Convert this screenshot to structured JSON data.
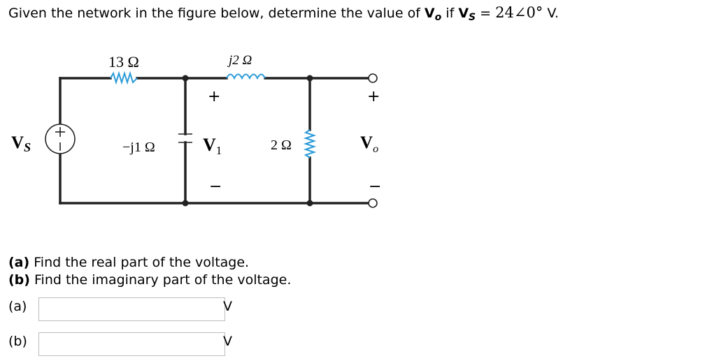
{
  "question": {
    "prefix": "Given the network in the figure below, determine the value of ",
    "vo_v": "V",
    "vo_sub": "o",
    "mid": " if ",
    "vs_v": "V",
    "vs_sub": "S",
    "eq": " = ",
    "value": "24∠0°",
    "unit": " V."
  },
  "circuit": {
    "r1": "13 Ω",
    "l1": "j2 Ω",
    "c1": "−j1 Ω",
    "r2": "2 Ω",
    "vs_main": "V",
    "vs_sub": "S",
    "v1_main": "V",
    "v1_sub": "1",
    "vo_main": "V",
    "vo_sub": "o",
    "plus": "+",
    "minus": "−"
  },
  "parts": {
    "a_tag": "(a)",
    "a_text": " Find the real part of the voltage.",
    "b_tag": "(b)",
    "b_text": " Find the imaginary part of the voltage."
  },
  "answers": [
    {
      "label": "(a)",
      "value": "",
      "unit": "V"
    },
    {
      "label": "(b)",
      "value": "",
      "unit": "V"
    }
  ]
}
